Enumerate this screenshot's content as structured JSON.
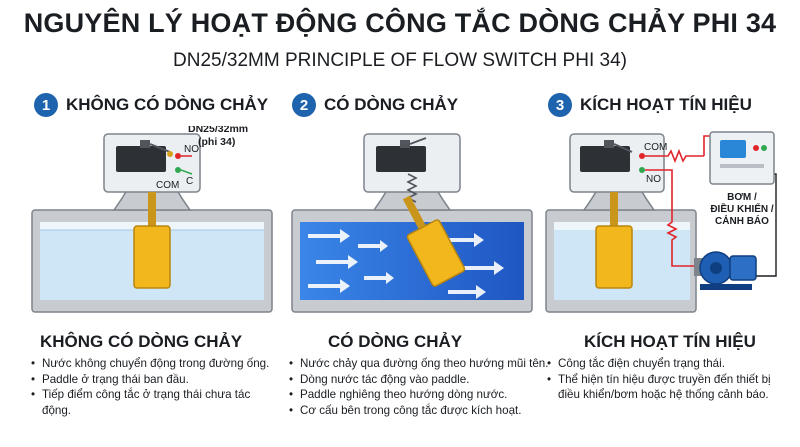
{
  "header": {
    "title": "NGUYÊN LÝ HOẠT ĐỘNG CÔNG TẮC DÒNG CHẢY PHI 34",
    "subtitle": "DN25/32MM PRINCIPLE OF FLOW SWITCH PHI 34)"
  },
  "steps": [
    {
      "number": "1",
      "label": "KHÔNG CÓ DÒNG CHẢY",
      "annotation_line1": "DN25/32mm",
      "annotation_line2": "(phi 34)",
      "terminal_no": "NO",
      "terminal_com": "COM",
      "terminal_c": "C",
      "caption": "KHÔNG CÓ DÒNG CHẢY",
      "bullets": [
        "Nước không chuyển động trong đường ống.",
        "Paddle ở trạng thái ban đầu.",
        "Tiếp điểm công tắc ở trạng thái chưa tác",
        "động."
      ]
    },
    {
      "number": "2",
      "label": "CÓ DÒNG CHẢY",
      "caption": "CÓ DÒNG CHẢY",
      "bullets": [
        "Nước chảy qua đường ống theo hướng mũi tên.",
        "Dòng nước tác động vào paddle.",
        "Paddle nghiêng theo hướng dòng nước.",
        "Cơ cấu bên trong công tắc được kích hoạt."
      ]
    },
    {
      "number": "3",
      "label": "KÍCH HOẠT TÍN HIỆU",
      "terminal_com": "COM",
      "terminal_no": "NO",
      "device_line1": "BƠM /",
      "device_line2": "ĐIỀU KHIỂN /",
      "device_line3": "CẢNH BÁO",
      "caption": "KÍCH HOẠT TÍN HIỆU",
      "bullets": [
        "Công tắc điện chuyển trạng thái.",
        "Thể hiện tín hiệu được truyền đến thiết bị",
        "điều khiển/bơm hoặc hệ thống cảnh báo."
      ]
    }
  ],
  "colors": {
    "accent": "#1e63ad",
    "water_still": "#cfe6f6",
    "water_flow": "#2a6fd8",
    "paddle": "#f2b71d",
    "pipe": "#bfc4c9",
    "signal": "#e0242a"
  }
}
